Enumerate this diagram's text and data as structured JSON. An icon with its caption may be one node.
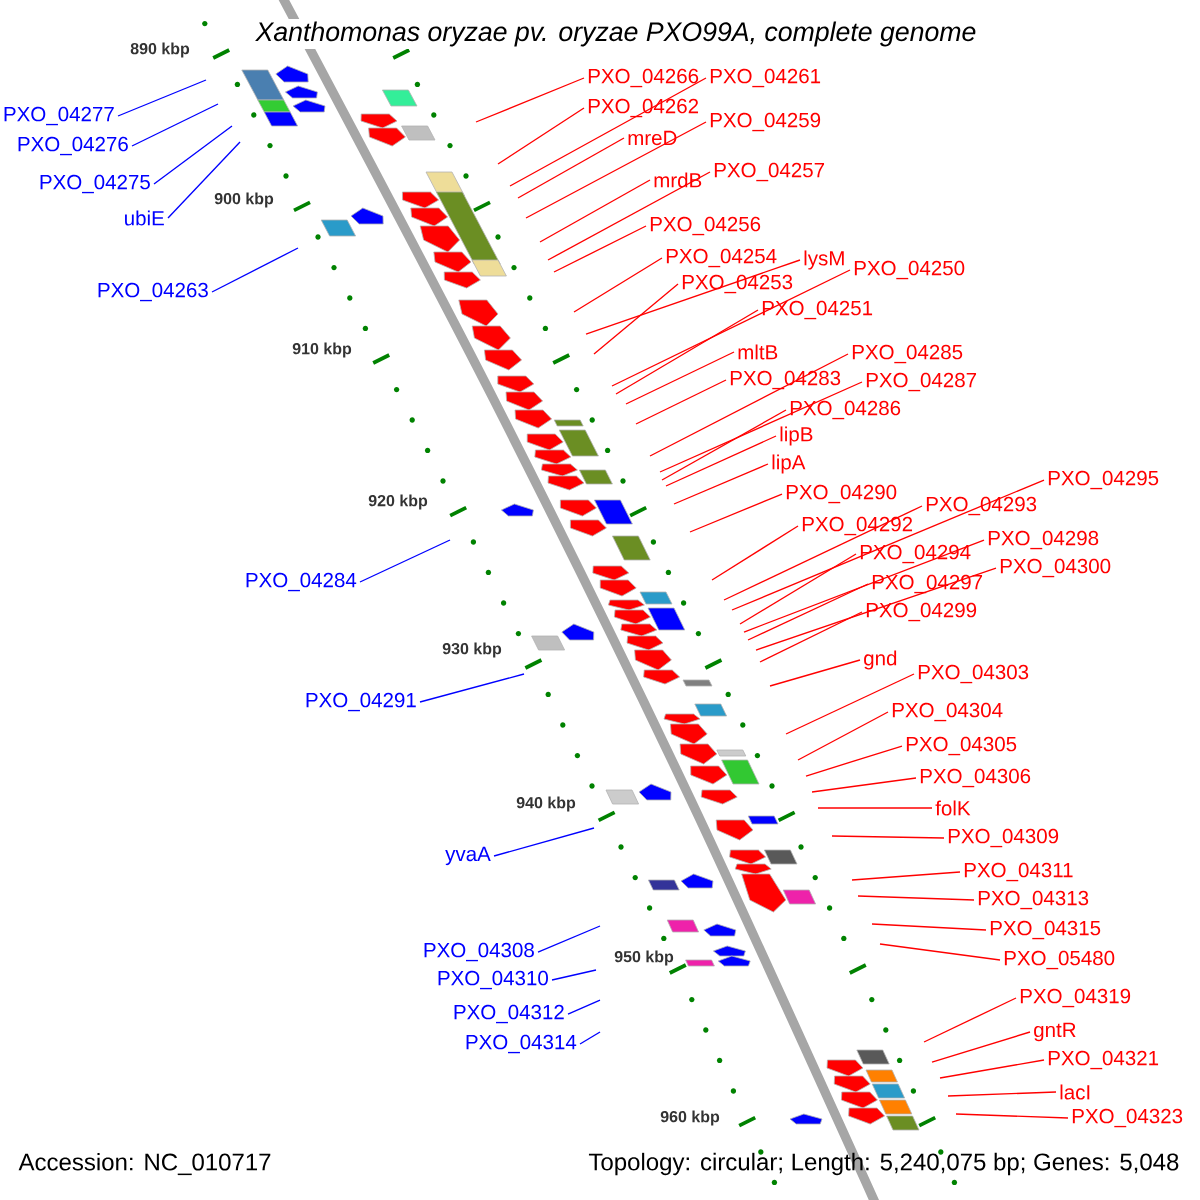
{
  "diagram": {
    "title": "*Xanthomonas oryzae* pv. *oryzae* PXO99A, complete genome",
    "nodes": [
      {
        "text": [
          "PXO_04277"
        ]
      },
      {
        "text": [
          "PXO_04276"
        ]
      },
      {
        "text": [
          "PXO_04275"
        ]
      },
      {
        "text": [
          "ubiE"
        ]
      },
      {
        "text": [
          "PXO_04263"
        ]
      },
      {
        "text": [
          "PXO_04284"
        ]
      },
      {
        "text": [
          "PXO_04291"
        ]
      },
      {
        "text": [
          "yvaA"
        ]
      },
      {
        "text": [
          "PXO_04308"
        ]
      },
      {
        "text": [
          "PXO_04310"
        ]
      },
      {
        "text": [
          "PXO_04312"
        ]
      },
      {
        "text": [
          "PXO_04314"
        ]
      },
      {
        "text": [
          "PXO_04266"
        ]
      },
      {
        "text": [
          "PXO_04262"
        ]
      },
      {
        "text": [
          "PXO_04261"
        ]
      },
      {
        "text": [
          "mreD"
        ]
      },
      {
        "text": [
          "PXO_04259"
        ]
      },
      {
        "text": [
          "mrdB"
        ]
      },
      {
        "text": [
          "PXO_04257"
        ]
      },
      {
        "text": [
          "PXO_04256"
        ]
      },
      {
        "text": [
          "PXO_04254"
        ]
      },
      {
        "text": [
          "lysM"
        ]
      },
      {
        "text": [
          "PXO_04253"
        ]
      },
      {
        "text": [
          "PXO_04250"
        ]
      },
      {
        "text": [
          "PXO_04251"
        ]
      },
      {
        "text": [
          "mltB"
        ]
      },
      {
        "text": [
          "PXO_04283"
        ]
      },
      {
        "text": [
          "PXO_04285"
        ]
      },
      {
        "text": [
          "PXO_04287"
        ]
      },
      {
        "text": [
          "PXO_04286"
        ]
      },
      {
        "text": [
          "lipB"
        ]
      },
      {
        "text": [
          "lipA"
        ]
      },
      {
        "text": [
          "PXO_04290"
        ]
      },
      {
        "text": [
          "PXO_04292"
        ]
      },
      {
        "text": [
          "PXO_04293"
        ]
      },
      {
        "text": [
          "PXO_04295"
        ]
      },
      {
        "text": [
          "PXO_04294"
        ]
      },
      {
        "text": [
          "PXO_04298"
        ]
      },
      {
        "text": [
          "PXO_04297"
        ]
      },
      {
        "text": [
          "PXO_04300"
        ]
      },
      {
        "text": [
          "PXO_04299"
        ]
      },
      {
        "text": [
          "gnd"
        ]
      },
      {
        "text": [
          "PXO_04303"
        ]
      },
      {
        "text": [
          "PXO_04304"
        ]
      },
      {
        "text": [
          "PXO_04305"
        ]
      },
      {
        "text": [
          "PXO_04306"
        ]
      },
      {
        "text": [
          "folK"
        ]
      },
      {
        "text": [
          "PXO_04309"
        ]
      },
      {
        "text": [
          "PXO_04311"
        ]
      },
      {
        "text": [
          "PXO_04313"
        ]
      },
      {
        "text": [
          "PXO_04315"
        ]
      },
      {
        "text": [
          "PXO_05480"
        ]
      },
      {
        "text": [
          "PXO_04319"
        ]
      },
      {
        "text": [
          "gntR"
        ]
      },
      {
        "text": [
          "PXO_04321"
        ]
      },
      {
        "text": [
          "lacI"
        ]
      },
      {
        "text": [
          "PXO_04323"
        ]
      }
    ],
    "edges": [
      {
        "from": 0,
        "to": null,
        "arrow": "none",
        "color": "#0000ff"
      },
      {
        "from": 1,
        "to": null,
        "arrow": "none",
        "color": "#0000ff"
      },
      {
        "from": 2,
        "to": null,
        "arrow": "none",
        "color": "#0000ff"
      },
      {
        "from": 3,
        "to": null,
        "arrow": "none",
        "color": "#0000ff"
      },
      {
        "from": 4,
        "to": null,
        "arrow": "none",
        "color": "#0000ff"
      },
      {
        "from": 5,
        "to": null,
        "arrow": "none",
        "color": "#0000ff"
      },
      {
        "from": 6,
        "to": null,
        "arrow": "none",
        "color": "#0000ff"
      },
      {
        "from": 7,
        "to": null,
        "arrow": "none",
        "color": "#0000ff"
      },
      {
        "from": 8,
        "to": null,
        "arrow": "none",
        "color": "#0000ff"
      },
      {
        "from": 9,
        "to": null,
        "arrow": "none",
        "color": "#0000ff"
      },
      {
        "from": 10,
        "to": null,
        "arrow": "none",
        "color": "#0000ff"
      },
      {
        "from": 11,
        "to": null,
        "arrow": "none",
        "color": "#0000ff"
      },
      {
        "from": 12,
        "to": null,
        "arrow": "none"
      },
      {
        "from": 13,
        "to": null,
        "arrow": "none"
      },
      {
        "from": 14,
        "to": null,
        "arrow": "none"
      },
      {
        "from": 15,
        "to": null,
        "arrow": "none"
      },
      {
        "from": 16,
        "to": null,
        "arrow": "none"
      },
      {
        "from": 17,
        "to": null,
        "arrow": "none"
      },
      {
        "from": 18,
        "to": null,
        "arrow": "none"
      },
      {
        "from": 19,
        "to": null,
        "arrow": "none"
      },
      {
        "from": 20,
        "to": null,
        "arrow": "none"
      },
      {
        "from": 21,
        "to": null,
        "arrow": "none"
      },
      {
        "from": 22,
        "to": null,
        "arrow": "none"
      },
      {
        "from": 23,
        "to": null,
        "arrow": "none"
      },
      {
        "from": 24,
        "to": null,
        "arrow": "none"
      },
      {
        "from": 25,
        "to": null,
        "arrow": "none"
      },
      {
        "from": 26,
        "to": null,
        "arrow": "none"
      },
      {
        "from": 27,
        "to": null,
        "arrow": "none"
      },
      {
        "from": 28,
        "to": null,
        "arrow": "none"
      },
      {
        "from": 29,
        "to": null,
        "arrow": "none"
      },
      {
        "from": 30,
        "to": null,
        "arrow": "none"
      },
      {
        "from": 31,
        "to": null,
        "arrow": "none"
      },
      {
        "from": 32,
        "to": null,
        "arrow": "none"
      },
      {
        "from": 33,
        "to": null,
        "arrow": "none"
      },
      {
        "from": 34,
        "to": null,
        "arrow": "none"
      },
      {
        "from": 35,
        "to": null,
        "arrow": "none"
      },
      {
        "from": 36,
        "to": null,
        "arrow": "none"
      },
      {
        "from": 37,
        "to": null,
        "arrow": "none"
      },
      {
        "from": 38,
        "to": null,
        "arrow": "none"
      },
      {
        "from": 39,
        "to": null,
        "arrow": "none"
      },
      {
        "from": 40,
        "to": null,
        "arrow": "none"
      },
      {
        "from": 41,
        "to": null,
        "arrow": "none"
      },
      {
        "from": 42,
        "to": null,
        "arrow": "none"
      },
      {
        "from": 43,
        "to": null,
        "arrow": "none"
      },
      {
        "from": 44,
        "to": null,
        "arrow": "none"
      },
      {
        "from": 45,
        "to": null,
        "arrow": "none"
      },
      {
        "from": 46,
        "to": null,
        "arrow": "none"
      },
      {
        "from": 47,
        "to": null,
        "arrow": "none"
      },
      {
        "from": 48,
        "to": null,
        "arrow": "none"
      },
      {
        "from": 49,
        "to": null,
        "arrow": "none"
      },
      {
        "from": 50,
        "to": null,
        "arrow": "none"
      },
      {
        "from": 51,
        "to": null,
        "arrow": "none"
      },
      {
        "from": 52,
        "to": null,
        "arrow": "none"
      },
      {
        "from": 53,
        "to": null,
        "arrow": "none"
      },
      {
        "from": 54,
        "to": null,
        "arrow": "none"
      },
      {
        "from": 55,
        "to": null,
        "arrow": "none"
      },
      {
        "from": 56,
        "to": null,
        "arrow": "none"
      }
    ],
    "labels": [
      "890 kbp",
      "900 kbp",
      "910 kbp",
      "920 kbp",
      "930 kbp",
      "940 kbp",
      "950 kbp",
      "960 kbp",
      "Accession: NC_010717",
      "Topology: circular; Length: 5,240,075 bp; Genes: 5,048"
    ]
  }
}
